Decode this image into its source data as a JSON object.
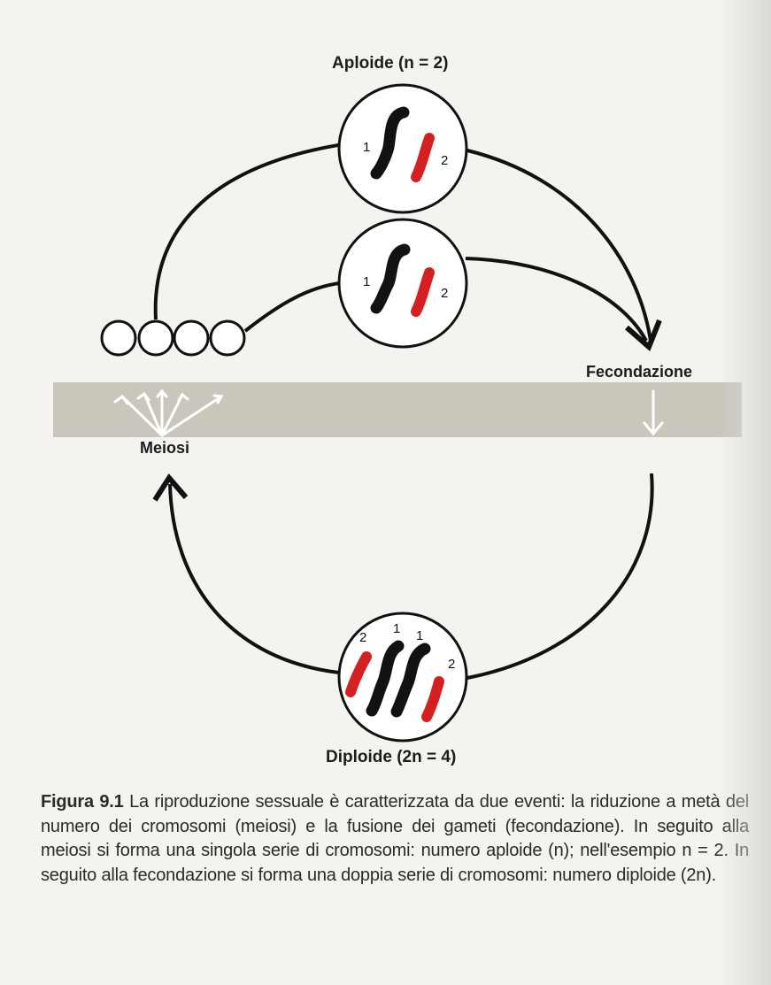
{
  "figure": {
    "haploid_label": "Aploide (n = 2)",
    "diploid_label": "Diploide (2n = 4)",
    "fertilization_label": "Fecondazione",
    "meiosis_label": "Meiosi",
    "chromosome_numbers": {
      "haploid_top": [
        "1",
        "2"
      ],
      "haploid_bottom": [
        "1",
        "2"
      ],
      "diploid": [
        "2",
        "1",
        "1",
        "2"
      ]
    },
    "colors": {
      "chromosome_black": "#121212",
      "chromosome_red": "#d42020",
      "band": "#c9c6bc",
      "line": "#111111",
      "band_arrow": "#ffffff"
    }
  },
  "caption": {
    "figure_number": "Figura 9.1",
    "text": "La riproduzione sessuale è caratterizzata da due eventi: la riduzione a metà del numero dei cromosomi (meiosi) e la fusione dei gameti (fecondazione). In seguito alla meiosi si forma una singola serie di cromosomi: numero aploide (n); nell'esempio n = 2. In seguito alla fecondazione si forma una doppia serie di cromosomi: numero diploide (2n)."
  }
}
